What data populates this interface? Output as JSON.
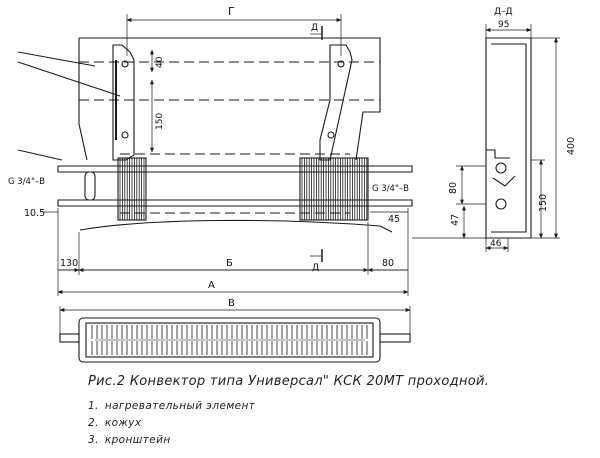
{
  "labels": {
    "dim_g": "Г",
    "section_mark": "Д",
    "section_title": "Д–Д",
    "dim_40_top": "40",
    "dim_150_left": "150",
    "thread_left": "G 3/4\"–B",
    "thread_right": "G 3/4\"–B",
    "dim_10_5": "10.5",
    "dim_45": "45",
    "dim_130": "130",
    "dim_b": "Б",
    "dim_80_bottom": "80",
    "dim_a": "А",
    "dim_v": "В",
    "dim_95": "95",
    "dim_400": "400",
    "dim_80_side": "80",
    "dim_47": "47",
    "dim_150_side": "150",
    "dim_46": "46"
  },
  "caption": {
    "title": "Рис.2 Конвектор типа Универсал\" КСК 20МТ проходной.",
    "items": [
      {
        "num": "1.",
        "text": "нагревательный элемент"
      },
      {
        "num": "2.",
        "text": "кожух"
      },
      {
        "num": "3.",
        "text": "кронштейн"
      }
    ]
  },
  "colors": {
    "line": "#1a1a1a"
  }
}
